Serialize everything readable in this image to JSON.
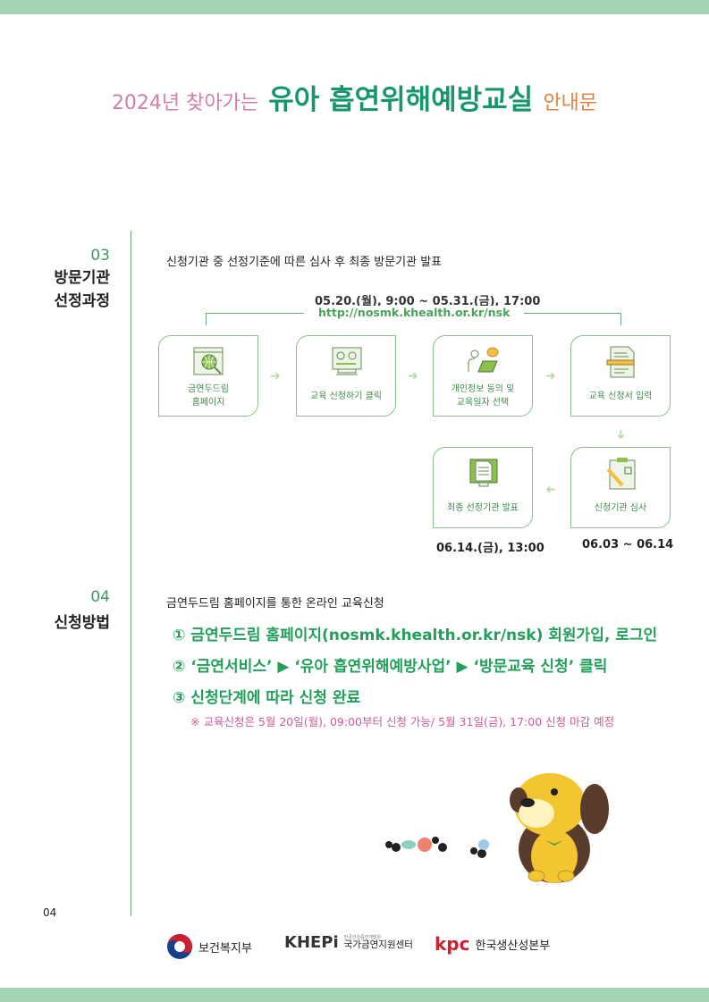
{
  "header": {
    "year_label": "2024년 찾아가는",
    "main_title": "유아 흡연위해예방교실",
    "suffix": "안내문"
  },
  "section3": {
    "number": "03",
    "title_line1": "방문기관",
    "title_line2": "선정과정",
    "intro": "신청기관 중 선정기준에 따른 심사 후 최종 방문기관 발표",
    "period": "05.20.(월), 9:00 ~ 05.31.(금), 17:00",
    "url": "http://nosmk.khealth.or.kr/nsk",
    "steps": [
      {
        "line1": "금연두드림",
        "line2": "홈페이지",
        "icon": "globe-search-icon"
      },
      {
        "line1": "교육 신청하기 클릭",
        "icon": "monitor-check-icon"
      },
      {
        "line1": "개인정보 동의 및",
        "line2": "교육일자 선택",
        "icon": "person-laptop-icon"
      },
      {
        "line1": "교육 신청서 입력",
        "icon": "document-pencil-icon"
      },
      {
        "line1": "신청기관 심사",
        "icon": "clipboard-check-icon"
      },
      {
        "line1": "최종 선정기관 발표",
        "icon": "monitor-document-icon"
      }
    ],
    "review_date": "06.03 ~ 06.14",
    "announce_date": "06.14.(금), 13:00"
  },
  "section4": {
    "number": "04",
    "title": "신청방법",
    "intro": "금연두드림 홈페이지를 통한 온라인 교육신청",
    "items": [
      "① 금연두드림 홈페이지(nosmk.khealth.or.kr/nsk) 회원가입, 로그인",
      "② ‘금연서비스’ ▶ ‘유아 흡연위해예방사업’ ▶ ‘방문교육 신청’ 클릭",
      "③ 신청단계에 따라 신청 완료"
    ],
    "note": "※ 교육신청은 5월 20일(월), 09:00부터 신청 가능/ 5월 31일(금), 17:00 신청 마감 예정"
  },
  "page_number": "04",
  "footer": {
    "logo1": "보건복지부",
    "logo2_mark": "KHEPi",
    "logo2_small": "한국건강증진개발원",
    "logo2": "국가금연지원센터",
    "logo3_mark": "kpc",
    "logo3": "한국생산성본부"
  },
  "colors": {
    "green": "#16966a",
    "pink": "#d37fab",
    "orange": "#e08444",
    "bar": "#a3d5b5"
  }
}
